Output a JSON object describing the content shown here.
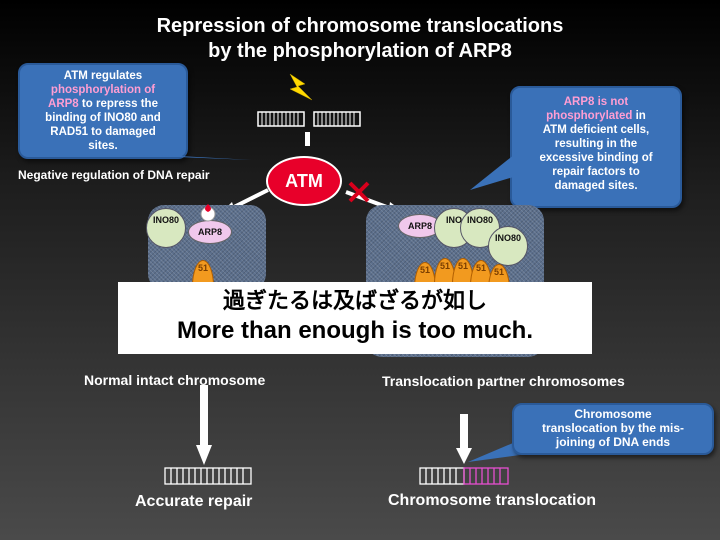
{
  "title": {
    "line1": "Repression of chromosome translocations",
    "line2": "by the phosphorylation of ARP8"
  },
  "callout_left": {
    "t1": "ATM regulates",
    "t2": "phosphorylation of",
    "t3": "ARP8",
    "t4": " to repress the",
    "t5": "binding of INO80 and",
    "t6": "RAD51 to damaged",
    "t7": "sites."
  },
  "callout_right": {
    "t1": "ARP8 is not",
    "t2": "phosphorylated",
    "t3": " in",
    "t4": "ATM deficient cells,",
    "t5": "resulting in the",
    "t6": "excessive binding of",
    "t7": "repair factors to",
    "t8": "damaged sites."
  },
  "negative_regulation": "Negative regulation of DNA repair",
  "atm_label": "ATM",
  "proteins": {
    "ino80": "INO80",
    "ino_trunc": "INO",
    "arp8": "ARP8",
    "rad51_frag": "51"
  },
  "quote": {
    "jp": "過ぎたるは及ばざるが如し",
    "en": "More than enough is too much."
  },
  "left_branch_label": "Normal intact chromosome",
  "right_branch_label": "Translocation partner chromosomes",
  "callout_bottom": {
    "t1": "Chromosome",
    "t2": "translocation by the mis-",
    "t3": "joining of DNA ends"
  },
  "outcome_left": "Accurate repair",
  "outcome_right": "Chromosome translocation",
  "colors": {
    "atm_red": "#e8002a",
    "callout_blue": "#3a71b8",
    "pink_text": "#ff9ed3",
    "rad51_orange": "#f29a1f",
    "cross_red": "#d8001c"
  }
}
